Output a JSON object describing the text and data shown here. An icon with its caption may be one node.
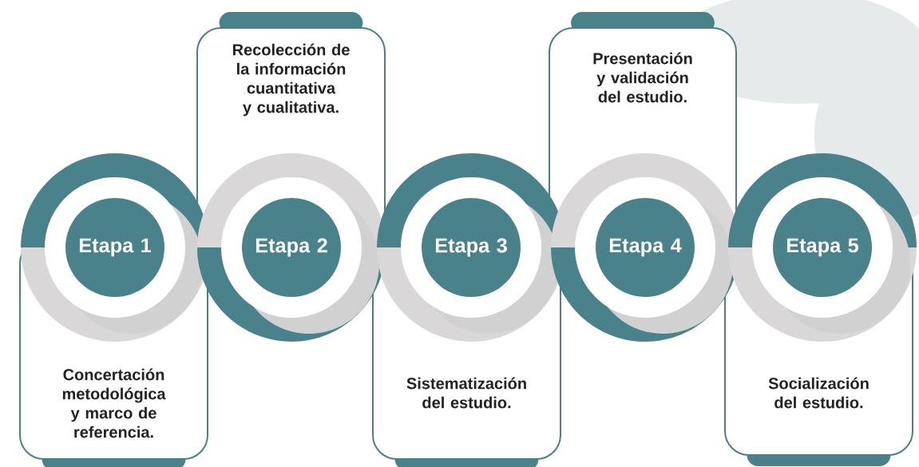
{
  "diagram": {
    "nodes": [
      {
        "text": [
          "Etapa 1"
        ]
      },
      {
        "text": [
          "Concertación metodológica y marco de referencia."
        ]
      },
      {
        "text": [
          "Etapa 2"
        ]
      },
      {
        "text": [
          "Recolección de la información cuantitativa y cualitativa."
        ]
      },
      {
        "text": [
          "Etapa 3"
        ]
      },
      {
        "text": [
          "Sistematización del estudio."
        ]
      },
      {
        "text": [
          "Etapa 4"
        ]
      },
      {
        "text": [
          "Presentación y validación del estudio."
        ]
      },
      {
        "text": [
          "Etapa 5"
        ]
      },
      {
        "text": [
          "Socialización del estudio."
        ]
      }
    ]
  }
}
